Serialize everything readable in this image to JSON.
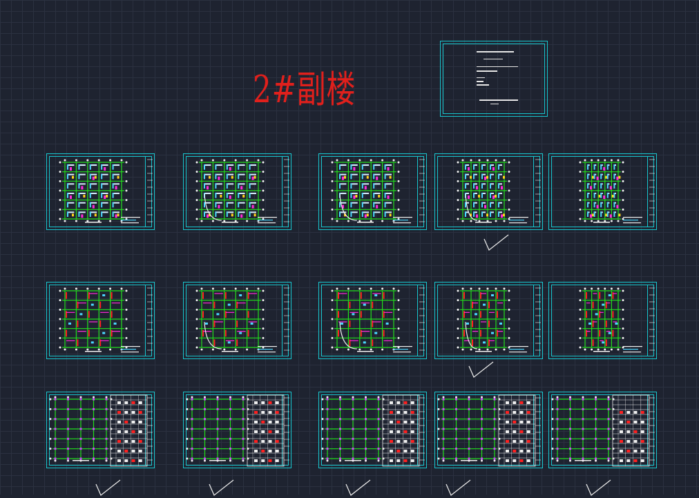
{
  "drawing": {
    "title": "2#副楼",
    "background_color": "#1e2330",
    "grid_color": "#2b3140",
    "frame_color": "#18c8d0",
    "title_color": "#e0201c"
  },
  "cover_sheet": {
    "name": "cover"
  },
  "sheets": [
    {
      "id": "r1-1",
      "type": "plan",
      "variant": "a"
    },
    {
      "id": "r1-2",
      "type": "plan",
      "variant": "b"
    },
    {
      "id": "r1-3",
      "type": "plan",
      "variant": "b"
    },
    {
      "id": "r1-4",
      "type": "plan",
      "variant": "c"
    },
    {
      "id": "r1-5",
      "type": "plan",
      "variant": "d"
    },
    {
      "id": "r2-1",
      "type": "beam",
      "variant": "a"
    },
    {
      "id": "r2-2",
      "type": "beam",
      "variant": "b"
    },
    {
      "id": "r2-3",
      "type": "beam",
      "variant": "b"
    },
    {
      "id": "r2-4",
      "type": "beam",
      "variant": "c"
    },
    {
      "id": "r2-5",
      "type": "beam",
      "variant": "d"
    },
    {
      "id": "r3-1",
      "type": "column",
      "variant": "a"
    },
    {
      "id": "r3-2",
      "type": "column",
      "variant": "a"
    },
    {
      "id": "r3-3",
      "type": "column",
      "variant": "a"
    },
    {
      "id": "r3-4",
      "type": "column",
      "variant": "c"
    },
    {
      "id": "r3-5",
      "type": "column",
      "variant": "d"
    }
  ],
  "icons": {
    "check_mark": "check-mark-icon"
  }
}
